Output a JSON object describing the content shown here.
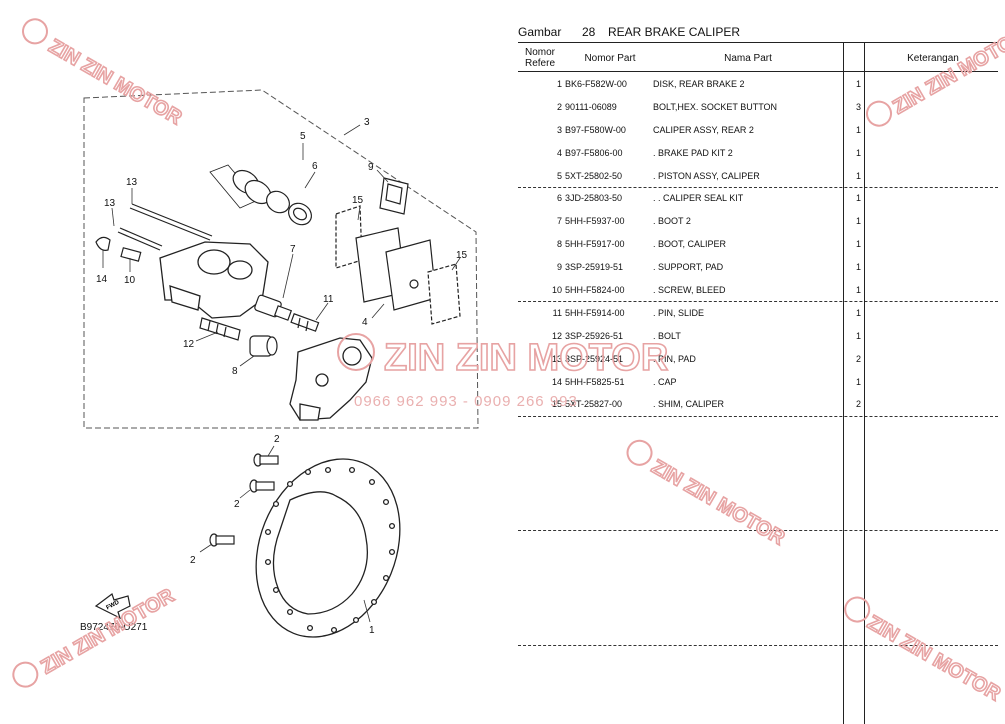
{
  "figure": {
    "label": "Gambar",
    "number": "28",
    "title": "REAR BRAKE CALIPER"
  },
  "table": {
    "headers": {
      "ref_line1": "Nomor",
      "ref_line2": "Refere",
      "part_no": "Nomor Part",
      "part_name": "Nama Part",
      "remarks": "Keterangan"
    },
    "rows": [
      {
        "ref": "1",
        "part_no": "BK6-F582W-00",
        "name": "DISK, REAR BRAKE 2",
        "qty": "1"
      },
      {
        "ref": "2",
        "part_no": "90111-06089",
        "name": "BOLT,HEX. SOCKET BUTTON",
        "qty": "3"
      },
      {
        "ref": "3",
        "part_no": "B97-F580W-00",
        "name": "CALIPER ASSY, REAR 2",
        "qty": "1"
      },
      {
        "ref": "4",
        "part_no": "B97-F5806-00",
        "name": ". BRAKE PAD KIT 2",
        "qty": "1"
      },
      {
        "ref": "5",
        "part_no": "5XT-25802-50",
        "name": ". PISTON ASSY, CALIPER",
        "qty": "1"
      },
      {
        "ref": "6",
        "part_no": "3JD-25803-50",
        "name": ". . CALIPER SEAL KIT",
        "qty": "1"
      },
      {
        "ref": "7",
        "part_no": "5HH-F5937-00",
        "name": ". BOOT 2",
        "qty": "1"
      },
      {
        "ref": "8",
        "part_no": "5HH-F5917-00",
        "name": ". BOOT, CALIPER",
        "qty": "1"
      },
      {
        "ref": "9",
        "part_no": "3SP-25919-51",
        "name": ". SUPPORT, PAD",
        "qty": "1"
      },
      {
        "ref": "10",
        "part_no": "5HH-F5824-00",
        "name": ". SCREW, BLEED",
        "qty": "1"
      },
      {
        "ref": "11",
        "part_no": "5HH-F5914-00",
        "name": ". PIN, SLIDE",
        "qty": "1"
      },
      {
        "ref": "12",
        "part_no": "3SP-25926-51",
        "name": ". BOLT",
        "qty": "1"
      },
      {
        "ref": "13",
        "part_no": "3SP-25924-51",
        "name": ". PIN, PAD",
        "qty": "2"
      },
      {
        "ref": "14",
        "part_no": "5HH-F5825-51",
        "name": ". CAP",
        "qty": "1"
      },
      {
        "ref": "15",
        "part_no": "5XT-25827-00",
        "name": ". SHIM, CALIPER",
        "qty": "2"
      }
    ]
  },
  "diagram": {
    "callouts": [
      "1",
      "2",
      "2",
      "2",
      "3",
      "4",
      "5",
      "6",
      "7",
      "8",
      "9",
      "10",
      "11",
      "12",
      "13",
      "13",
      "14",
      "15",
      "15"
    ],
    "fwd_label": "FWD",
    "drawing_code": "B972470-U271"
  },
  "watermark": {
    "brand": "ZIN ZIN MOTOR",
    "phone": "0966 962 993 - 0909 266 993",
    "color": "#e7a3a3"
  }
}
